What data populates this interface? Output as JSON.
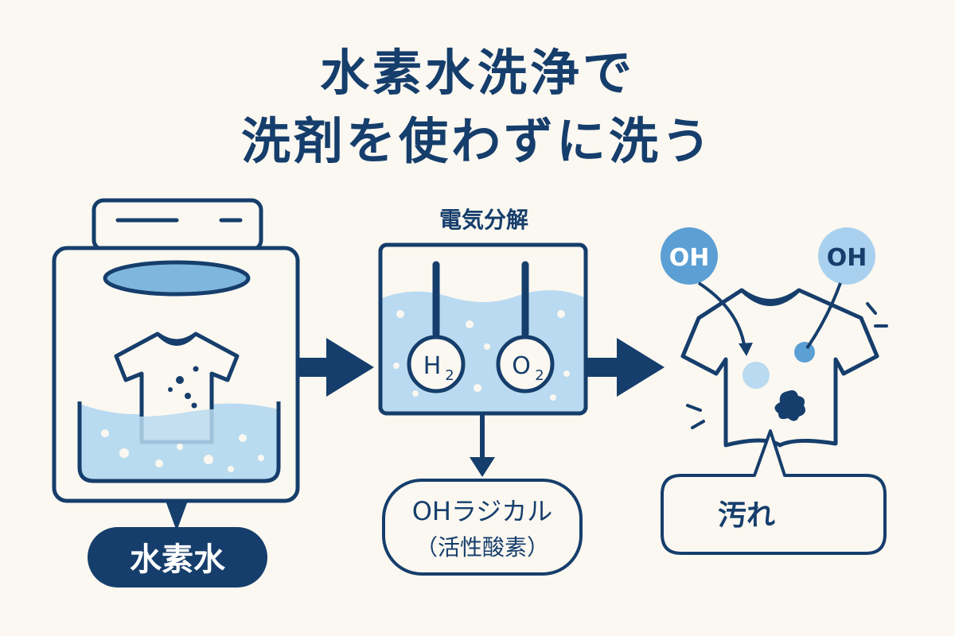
{
  "title": {
    "line1": "水素水洗浄で",
    "line2": "洗剤を使わずに洗う"
  },
  "steps": {
    "washer": {
      "label": "水素水"
    },
    "electrolysis": {
      "heading": "電気分解",
      "h2_main": "H",
      "h2_sub": "2",
      "o2_main": "O",
      "o2_sub": "2"
    },
    "radical": {
      "label_line1": "OHラジカル",
      "label_line2": "（活性酸素）"
    },
    "stain": {
      "oh_left": "OH",
      "oh_right": "OH",
      "label": "汚れ"
    }
  },
  "colors": {
    "navy": "#163e6c",
    "water_light": "#b9daf0",
    "water_mid": "#7fb6de",
    "background": "#fbf8f1"
  }
}
